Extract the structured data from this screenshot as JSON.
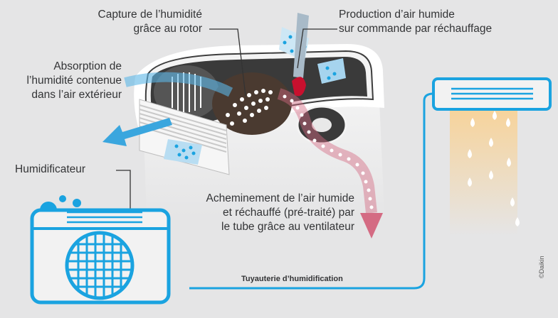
{
  "labels": {
    "rotor": [
      "Capture de l’humidité",
      "grâce au rotor"
    ],
    "production": [
      "Production d’air humide",
      "sur commande par réchauffage"
    ],
    "absorption": [
      "Absorption de",
      "l’humidité contenue",
      "dans l’air extérieur"
    ],
    "humidifier": "Humidificateur",
    "routing": [
      "Acheminement de l’air humide",
      "et réchauffé (pré-traité) par",
      "le tube grâce au ventilateur"
    ],
    "piping": "Tuyauterie d’humidification",
    "credit": "©Daikin"
  },
  "colors": {
    "background": "#e5e5e6",
    "blue": "#1aa3e0",
    "pink": "#d46b83",
    "dark_gray": "#3d3d3d",
    "warm_glow": "#f7d9a6"
  }
}
